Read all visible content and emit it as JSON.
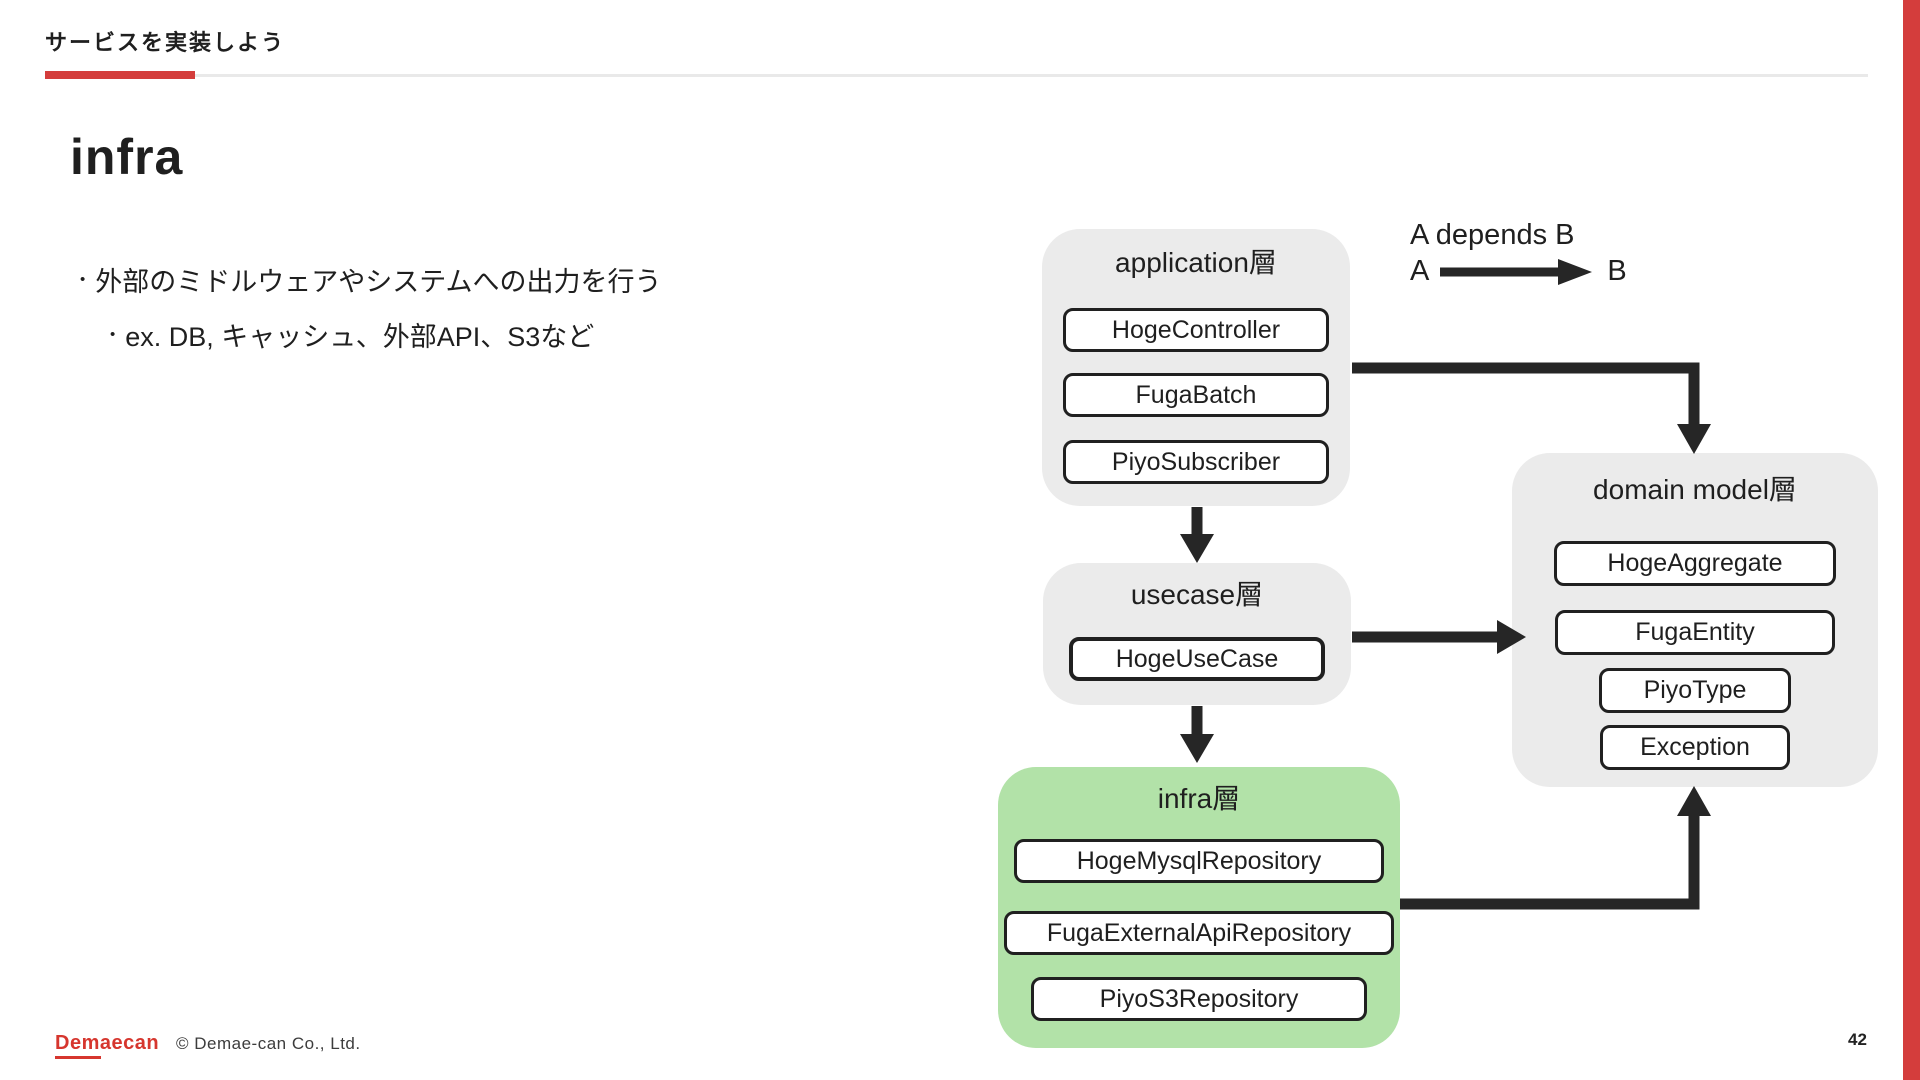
{
  "header": {
    "eyebrow": "サービスを実装しよう"
  },
  "title": "infra",
  "bullets": {
    "glyph": "•",
    "items": [
      "外部のミドルウェアやシステムへの出力を行う",
      "ex. DB, キャッシュ、外部API、S3など"
    ]
  },
  "legend": {
    "caption": "A depends B",
    "from_label": "A",
    "to_label": "B"
  },
  "diagram": {
    "layers": [
      {
        "id": "application",
        "title": "application層",
        "items": [
          "HogeController",
          "FugaBatch",
          "PiyoSubscriber"
        ]
      },
      {
        "id": "usecase",
        "title": "usecase層",
        "items": [
          "HogeUseCase"
        ]
      },
      {
        "id": "infra",
        "title": "infra層",
        "items": [
          "HogeMysqlRepository",
          "FugaExternalApiRepository",
          "PiyoS3Repository"
        ]
      },
      {
        "id": "domain",
        "title": "domain model層",
        "items": [
          "HogeAggregate",
          "FugaEntity",
          "PiyoType",
          "Exception"
        ]
      }
    ],
    "dependencies": [
      "application層 → domain model層",
      "application層 → usecase層",
      "usecase層 → domain model層",
      "usecase層 → infra層",
      "infra層 → domain model層"
    ]
  },
  "colors": {
    "accent_red": "#d43d3c",
    "layer_gray": "#ebebeb",
    "infra_green": "#b2e2a8",
    "arrow": "#262626"
  },
  "footer": {
    "logo": "Demaecan",
    "copyright": "© Demae-can Co., Ltd.",
    "page_number": "42"
  }
}
